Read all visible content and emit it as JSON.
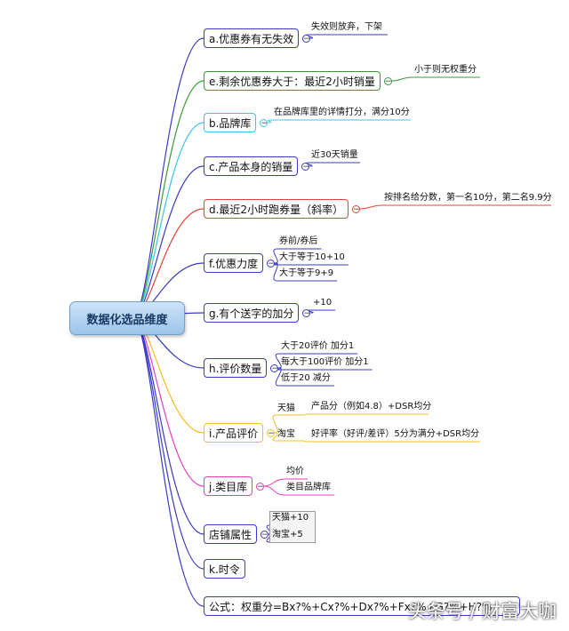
{
  "root": {
    "label": "数据化选品维度"
  },
  "branches": [
    {
      "label": "a.优惠券有无失效",
      "color": "#3a3ac8",
      "leaves": [
        "失效则放弃，下架"
      ]
    },
    {
      "label": "e.剩余优惠券大于：最近2小时销量",
      "color": "#3a9a3a",
      "leaves": [
        "小于则无权重分"
      ]
    },
    {
      "label": "b.品牌库",
      "color": "#35c8e8",
      "leaves": [
        "在品牌库里的详情打分，满分10分"
      ]
    },
    {
      "label": "c.产品本身的销量",
      "color": "#3a3ac8",
      "leaves": [
        "近30天销量"
      ]
    },
    {
      "label": "d.最近2小时跑券量（斜率）",
      "color": "#e0443a",
      "leaves": [
        "按排名给分数，第一名10分，第二名9.9分"
      ]
    },
    {
      "label": "f.优惠力度",
      "color": "#3a3ac8",
      "leaves": [
        "券前/券后",
        "大于等于10+10",
        "大于等于9+9"
      ]
    },
    {
      "label": "g.有个送字的加分",
      "color": "#3a3ac8",
      "leaves": [
        "+10"
      ]
    },
    {
      "label": "h.评价数量",
      "color": "#3a3ac8",
      "leaves": [
        "大于20评价 加分1",
        "每大于100评价 加分1",
        "低于20 减分"
      ]
    },
    {
      "label": "i.产品评价",
      "color": "#f0c020",
      "subs": [
        {
          "label": "天猫",
          "leaf": "产品分（例如4.8）+DSR均分"
        },
        {
          "label": "淘宝",
          "leaf": "好评率（好评/差评）5分为满分+DSR均分"
        }
      ]
    },
    {
      "label": "j.类目库",
      "color": "#e040c0",
      "leaves": [
        "均价",
        "类目品牌库"
      ]
    },
    {
      "label": "店铺属性",
      "color": "#3a3ac8",
      "leaves": [
        "天猫+10",
        "淘宝+5"
      ]
    },
    {
      "label": "k.时令",
      "color": "#3a3ac8",
      "leaves": []
    },
    {
      "label": "公式：权重分=Bx?%+Cx?%+Dx?%+Fx?%+G?%+H?%",
      "color": "#3a3ac8",
      "leaves": []
    }
  ],
  "watermark": "头条号 / 财富大咖"
}
